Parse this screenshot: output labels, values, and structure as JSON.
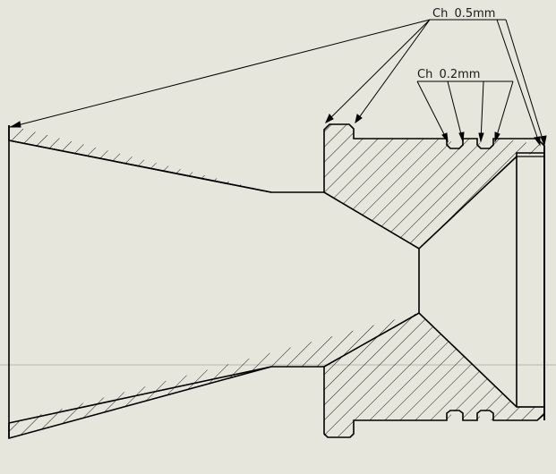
{
  "annotations": {
    "chamfer_large": {
      "prefix": "Ch",
      "value": "0.5mm"
    },
    "chamfer_small": {
      "prefix": "Ch",
      "value": "0.2mm"
    }
  },
  "colors": {
    "background": "#e7e6dc",
    "outline": "#000000",
    "hatch": "#1a1a1a",
    "centerline": "#b8b8b0"
  }
}
